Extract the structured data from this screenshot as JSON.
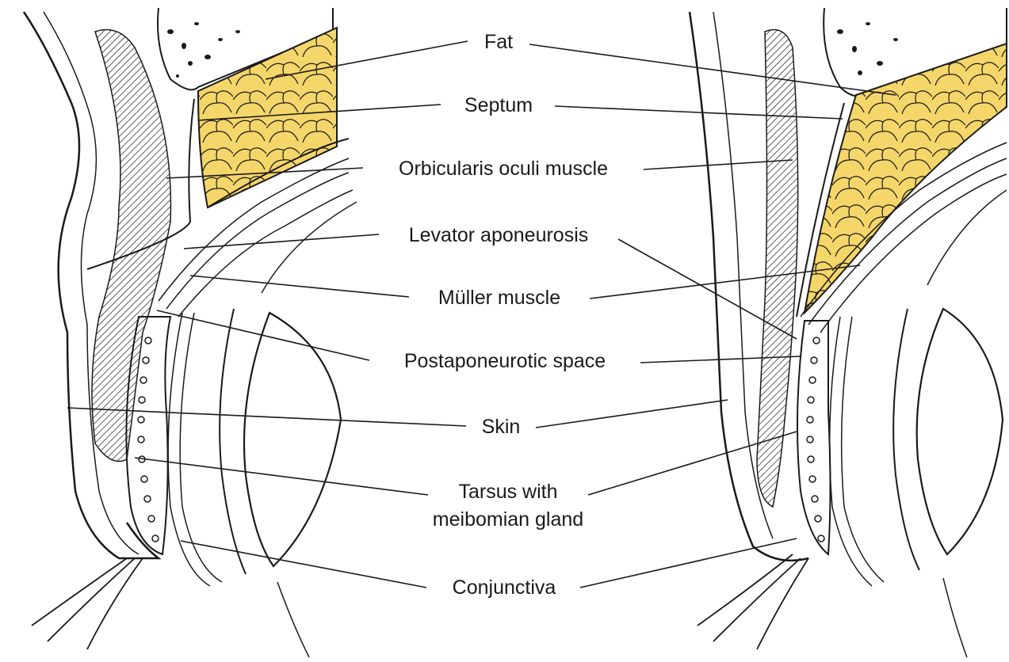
{
  "diagram": {
    "labels": {
      "fat": "Fat",
      "septum": "Septum",
      "orbicularis": "Orbicularis oculi muscle",
      "levator": "Levator aponeurosis",
      "muller": "Müller muscle",
      "postaponeurotic": "Postaponeurotic space",
      "skin": "Skin",
      "tarsus_line1": "Tarsus with",
      "tarsus_line2": "meibomian gland",
      "conjunctiva": "Conjunctiva"
    },
    "colors": {
      "fat_fill": "#f5d66a",
      "ink": "#1a1a1a"
    }
  }
}
